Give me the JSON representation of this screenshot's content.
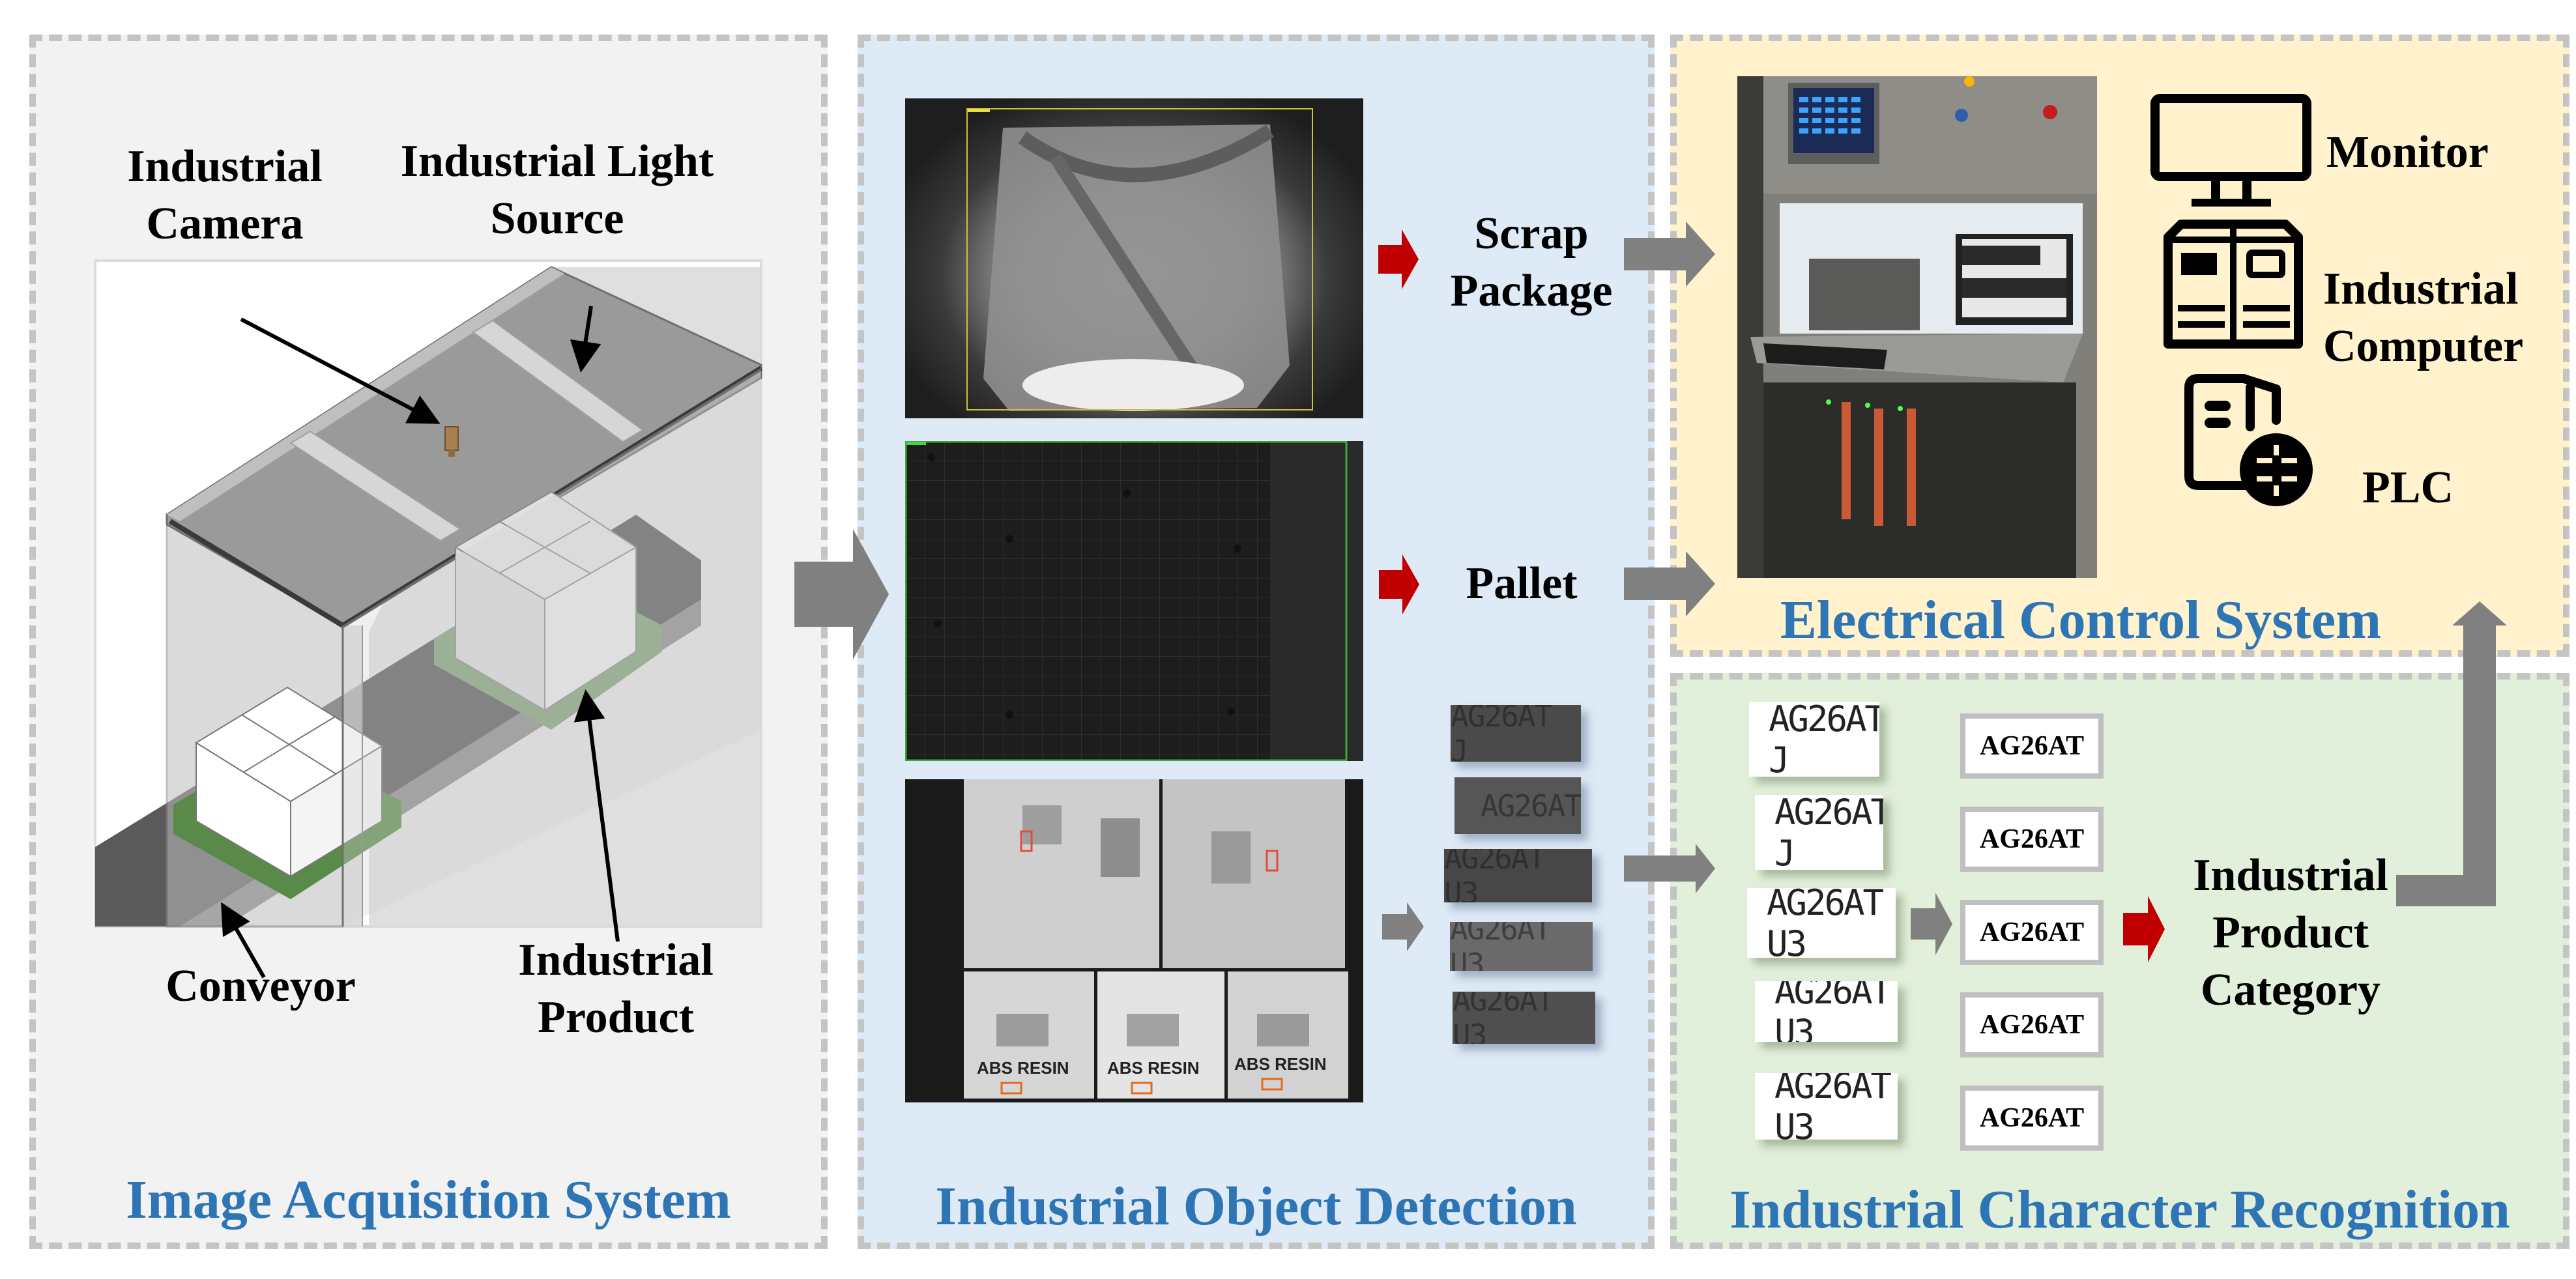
{
  "colors": {
    "title_blue": "#2e75b6",
    "flow_arrow_gray": "#808080",
    "flow_arrow_red": "#c00000",
    "panel_acquisition_bg": "#f2f2f2",
    "panel_detection_bg": "#deeaf6",
    "panel_control_bg": "#fff2cc",
    "panel_recognition_bg": "#e2efda",
    "panel_border": "#c4c4c4"
  },
  "acquisition": {
    "title": "Image Acquisition System",
    "labels": {
      "camera_line1": "Industrial",
      "camera_line2": "Camera",
      "light_line1": "Industrial Light",
      "light_line2": "Source",
      "conveyor": "Conveyor",
      "product_line1": "Industrial",
      "product_line2": "Product"
    }
  },
  "detection": {
    "title": "Industrial Object Detection",
    "images": [
      {
        "name": "scrap-package-image",
        "subject": "bulk bag"
      },
      {
        "name": "pallet-image",
        "subject": "empty pallet"
      },
      {
        "name": "resin-bags-image",
        "subject": "stacked bags",
        "bag_text": [
          "ABS",
          "RESIN"
        ]
      }
    ],
    "results": {
      "scrap_line1": "Scrap",
      "scrap_line2": "Package",
      "pallet": "Pallet"
    },
    "text_crops": [
      "AG26AT J",
      "AG26AT",
      "AG26AT U3",
      "AG26AT U3",
      "AG26AT U3"
    ]
  },
  "control": {
    "title": "Electrical Control System",
    "components": [
      {
        "icon": "monitor-icon",
        "label": "Monitor"
      },
      {
        "icon": "industrial-computer-icon",
        "label_line1": "Industrial",
        "label_line2": "Computer"
      },
      {
        "icon": "plc-icon",
        "label": "PLC"
      }
    ]
  },
  "recognition": {
    "title": "Industrial Character Recognition",
    "enhanced_crops": [
      "AG26AT J",
      "AG26AT J",
      "AG26AT U3",
      "AG26AT U3",
      "AG26AT U3"
    ],
    "ocr_results": [
      "AG26AT",
      "AG26AT",
      "AG26AT",
      "AG26AT",
      "AG26AT"
    ],
    "output_line1": "Industrial",
    "output_line2": "Product",
    "output_line3": "Category"
  }
}
